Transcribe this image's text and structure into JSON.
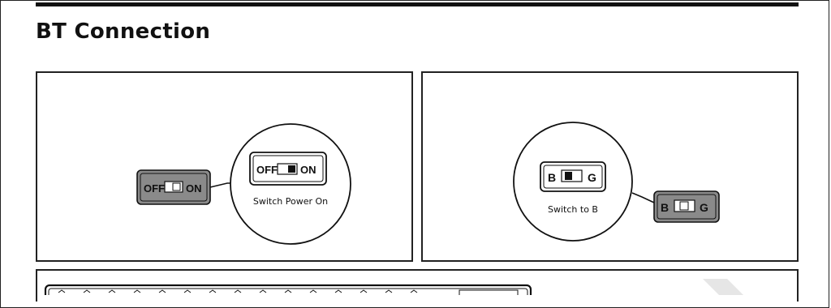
{
  "section": {
    "title": "BT Connection"
  },
  "left_panel": {
    "switch_small": {
      "off_label": "OFF",
      "on_label": "ON"
    },
    "switch_zoom": {
      "off_label": "OFF",
      "on_label": "ON"
    },
    "caption": "Switch Power On"
  },
  "right_panel": {
    "switch_zoom": {
      "left_label": "B",
      "right_label": "G"
    },
    "switch_small": {
      "left_label": "B",
      "right_label": "G"
    },
    "caption": "Switch to B"
  },
  "colors": {
    "ink": "#111111",
    "switch_fill": "#8a8a8a",
    "paper": "#ffffff"
  }
}
